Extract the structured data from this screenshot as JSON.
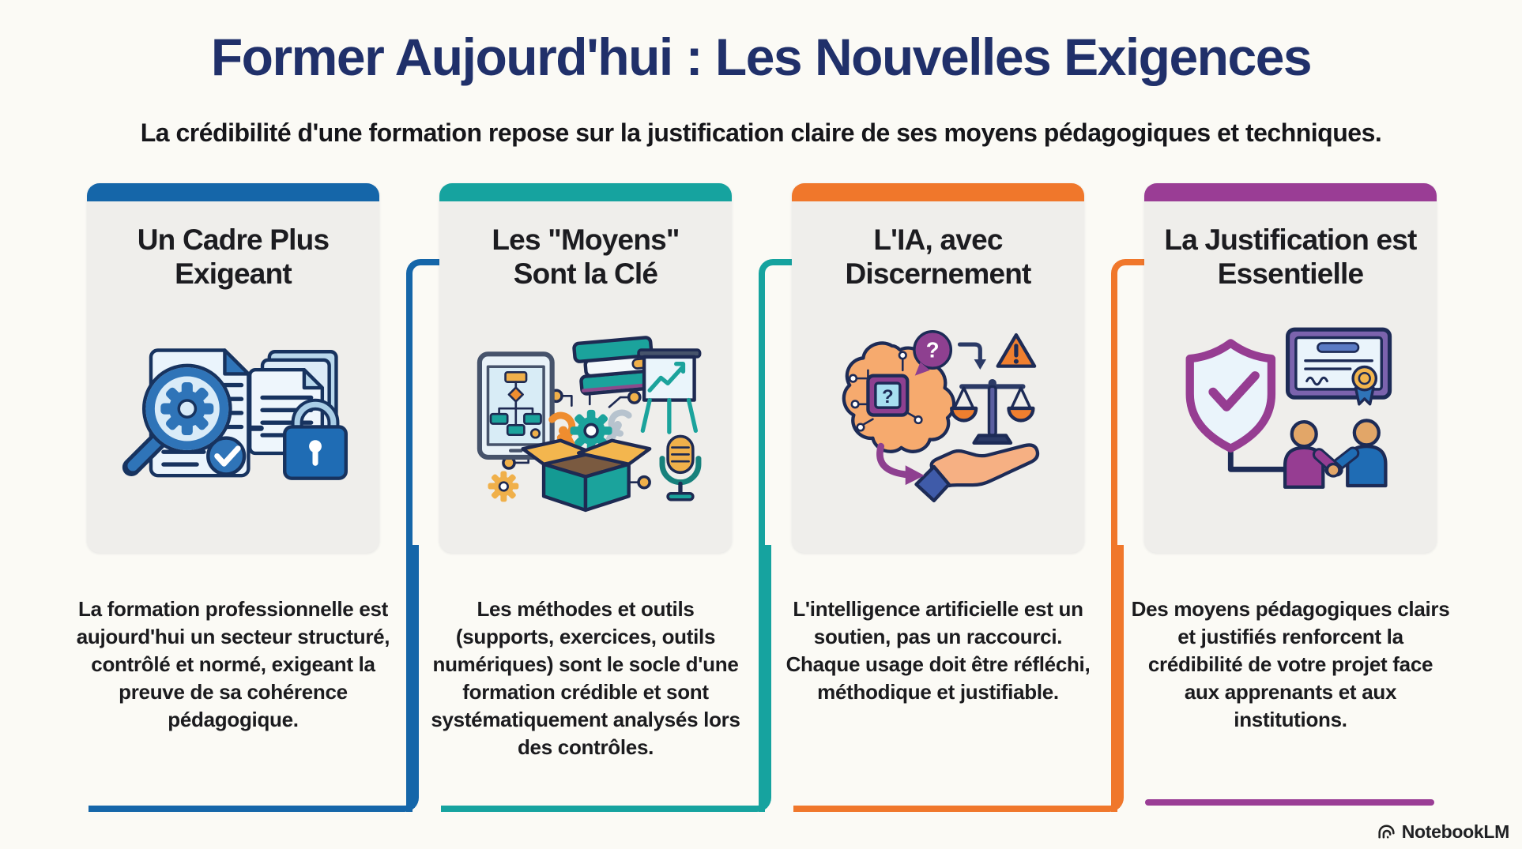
{
  "page": {
    "title": "Former Aujourd'hui : Les Nouvelles Exigences",
    "subtitle": "La crédibilité d'une formation repose sur la justification claire de ses moyens pédagogiques et techniques."
  },
  "cards": [
    {
      "title": "Un Cadre Plus Exigeant",
      "body": "La formation professionnelle est aujourd'hui un secteur structuré, contrôlé et normé, exigeant la preuve de sa cohérence pédagogique.",
      "accent_color": "#1566a9",
      "icon": "document-audit-magnifier-lock-icon"
    },
    {
      "title": "Les \"Moyens\" Sont la Clé",
      "body": "Les méthodes et outils (supports, exercices, outils numériques) sont le socle d'une formation crédible et sont systématiquement analysés lors des contrôles.",
      "accent_color": "#16a39f",
      "icon": "toolbox-resources-icon"
    },
    {
      "title": "L'IA, avec Discernement",
      "body": "L'intelligence artificielle est un soutien, pas un raccourci. Chaque usage doit être réfléchi, méthodique et justifiable.",
      "accent_color": "#f0772b",
      "icon": "ai-brain-balance-icon"
    },
    {
      "title": "La Justification est Essentielle",
      "body": "Des moyens pédagogiques clairs et justifiés renforcent la crédibilité de votre projet face aux apprenants et aux institutions.",
      "accent_color": "#9a3d95",
      "icon": "shield-certificate-handshake-icon"
    }
  ],
  "footer": {
    "brand": "NotebookLM",
    "brand_icon": "notebooklm-logo-icon"
  }
}
